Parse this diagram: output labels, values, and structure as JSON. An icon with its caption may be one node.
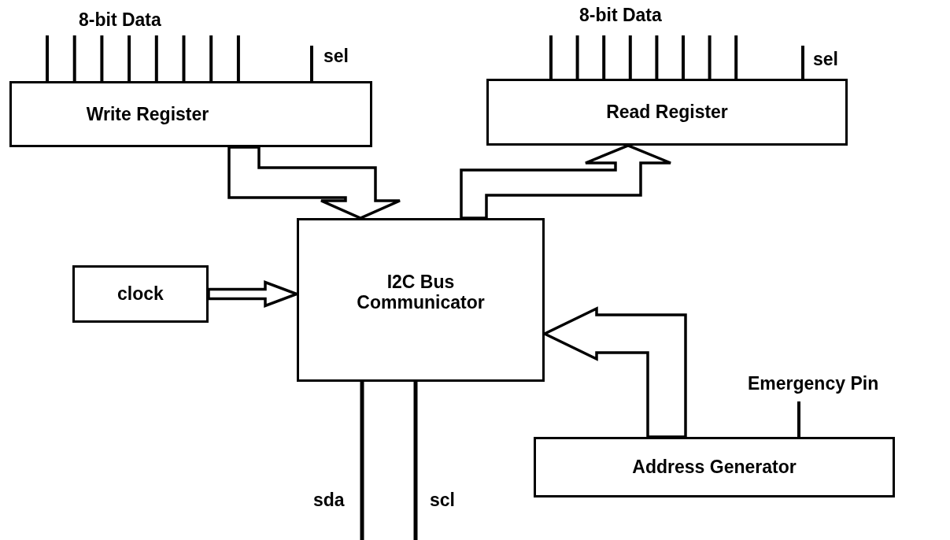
{
  "diagram": {
    "nodes": [
      {
        "text": [
          "Write Register"
        ],
        "beside": [
          "8-bit Data",
          "sel"
        ]
      },
      {
        "text": [
          "Read Register"
        ],
        "beside": [
          "8-bit Data",
          "sel"
        ]
      },
      {
        "text": [
          "I2C Bus Communicator"
        ]
      },
      {
        "text": [
          "clock"
        ]
      },
      {
        "text": [
          "Address Generator"
        ],
        "beside": [
          "Emergency Pin"
        ]
      }
    ],
    "edges": [
      {
        "from": 0,
        "to": 2,
        "arrow": "to",
        "style": "thick"
      },
      {
        "from": 3,
        "to": 2,
        "arrow": "to",
        "style": "thick"
      },
      {
        "from": 2,
        "to": 1,
        "arrow": "to",
        "style": "thick"
      },
      {
        "from": 4,
        "to": 2,
        "arrow": "to",
        "style": "thick"
      },
      {
        "from": 2,
        "to": null,
        "arrow": "none",
        "label": "sda"
      },
      {
        "from": 2,
        "to": null,
        "arrow": "none",
        "label": "scl"
      }
    ]
  }
}
